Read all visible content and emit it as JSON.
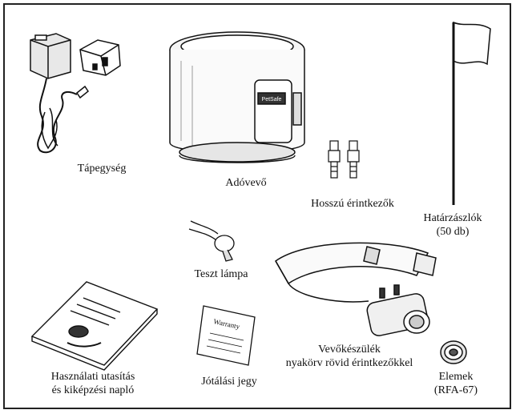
{
  "labels": {
    "power_unit": "Tápegység",
    "transmitter": "Adóvevő",
    "contacts": "Hosszú érintkezők",
    "flags_line1": "Határzászlók",
    "flags_line2": "(50 db)",
    "test_lamp": "Teszt lámpa",
    "manual_line1": "Használati utasítás",
    "manual_line2": "és kiképzési napló",
    "warranty_card": "Jótálási jegy",
    "receiver_line1": "Vevőkészülék",
    "receiver_line2": "nyakörv rövid érintkezőkkel",
    "battery_line1": "Elemek",
    "battery_line2": "(RFA-67)"
  },
  "card_text": "Warranty"
}
